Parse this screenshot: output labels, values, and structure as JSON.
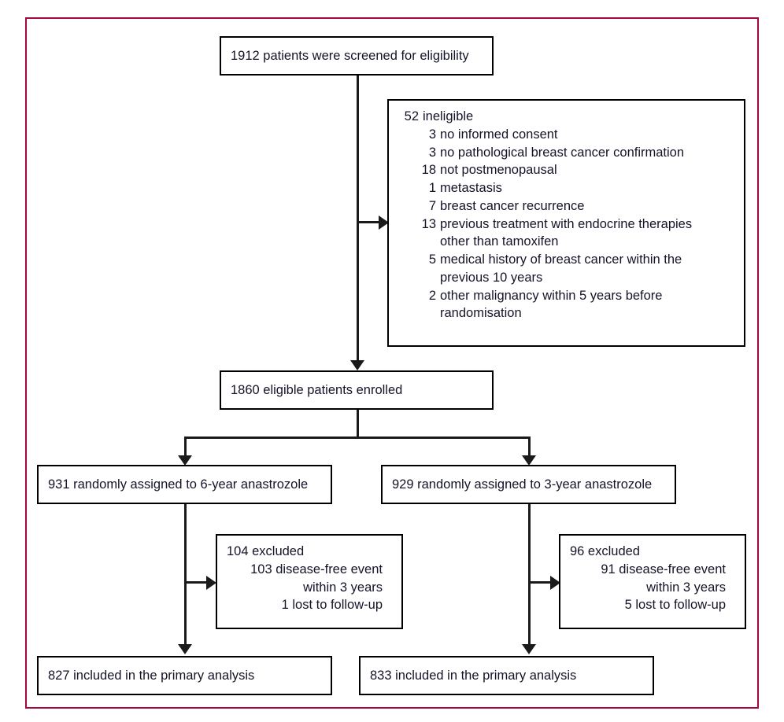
{
  "figure": {
    "type": "consort-flow-diagram",
    "frame_color": "#a4093a",
    "box_border_color": "#000000",
    "text_color": "#141428",
    "connector_color": "#1a1a1a"
  },
  "nodes": {
    "screened": {
      "label": "1912 patients were screened for eligibility"
    },
    "ineligible": {
      "heading_num": "52",
      "heading_text": "ineligible",
      "reasons": [
        {
          "num": "3",
          "text": "no informed consent"
        },
        {
          "num": "3",
          "text": "no pathological breast cancer confirmation"
        },
        {
          "num": "18",
          "text": "not postmenopausal"
        },
        {
          "num": "1",
          "text": "metastasis"
        },
        {
          "num": "7",
          "text": "breast cancer recurrence"
        },
        {
          "num": "13",
          "text": "previous treatment with endocrine therapies",
          "cont": "other than tamoxifen"
        },
        {
          "num": "5",
          "text": "medical history of breast cancer within the",
          "cont": "previous 10 years"
        },
        {
          "num": "2",
          "text": "other malignancy within 5 years before",
          "cont": "randomisation"
        }
      ]
    },
    "enrolled": {
      "label": "1860 eligible patients enrolled"
    },
    "arm_left": {
      "label": "931 randomly assigned to 6-year anastrozole"
    },
    "arm_right": {
      "label": "929 randomly assigned to 3-year anastrozole"
    },
    "excluded_left": {
      "heading": "104 excluded",
      "lines": [
        "103 disease-free event",
        "within 3 years",
        "1 lost to follow-up"
      ]
    },
    "excluded_right": {
      "heading": "96 excluded",
      "lines": [
        "91 disease-free event",
        "within 3 years",
        "5 lost to follow-up"
      ]
    },
    "analysis_left": {
      "label": "827 included in the primary analysis"
    },
    "analysis_right": {
      "label": "833 included in the primary analysis"
    }
  }
}
